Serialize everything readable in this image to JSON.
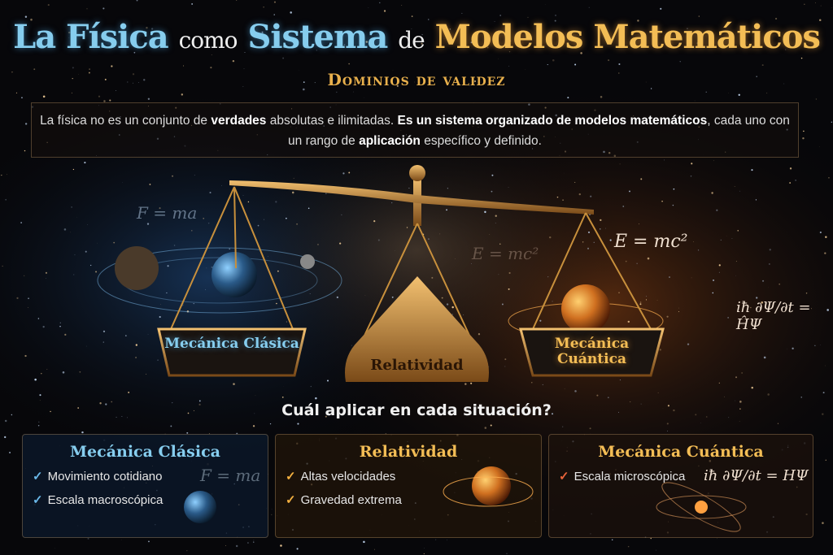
{
  "title": {
    "part1": "La Física",
    "part2": "como",
    "part3": "Sistema",
    "part4": "de",
    "part5": "Modelos Matemáticos"
  },
  "subtitle": "Dominios de validez",
  "intro": {
    "t1": "La física no es un conjunto de ",
    "b1": "verdades",
    " t2": "",
    "t2b": " absolutas e ilimitadas. ",
    "b2": "Es un sistema organizado de modelos matemáticos",
    "t3": ", cada uno con un rango de ",
    "b3": "aplicación",
    "t4": " específico y definido."
  },
  "scale": {
    "left_label": "Mecánica Clásica",
    "center_label": "Relatividad",
    "right_label": "Mecánica Cuántica"
  },
  "formulas": {
    "classic": "F = ma",
    "relativity": "E = mc²",
    "relativity_faint": "E = mc²",
    "quantum": "iħ ∂Ψ/∂t = ĤΨ"
  },
  "question": "Cuál aplicar en cada situación?",
  "cards": [
    {
      "title": "Mecánica Clásica",
      "items": [
        "Movimiento cotidiano",
        "Escala macroscópica"
      ],
      "formula": "F = ma",
      "color": "#86cdee"
    },
    {
      "title": "Relatividad",
      "items": [
        "Altas velocidades",
        "Gravedad extrema"
      ],
      "color": "#f3bd55"
    },
    {
      "title": "Mecánica Cuántica",
      "items": [
        "Escala microscópica"
      ],
      "formula": "iħ ∂Ψ/∂t = HΨ",
      "color": "#f3bd55"
    }
  ],
  "colors": {
    "blue": "#86cdee",
    "gold": "#f3bd55",
    "check_quantum": "#e8633a"
  }
}
